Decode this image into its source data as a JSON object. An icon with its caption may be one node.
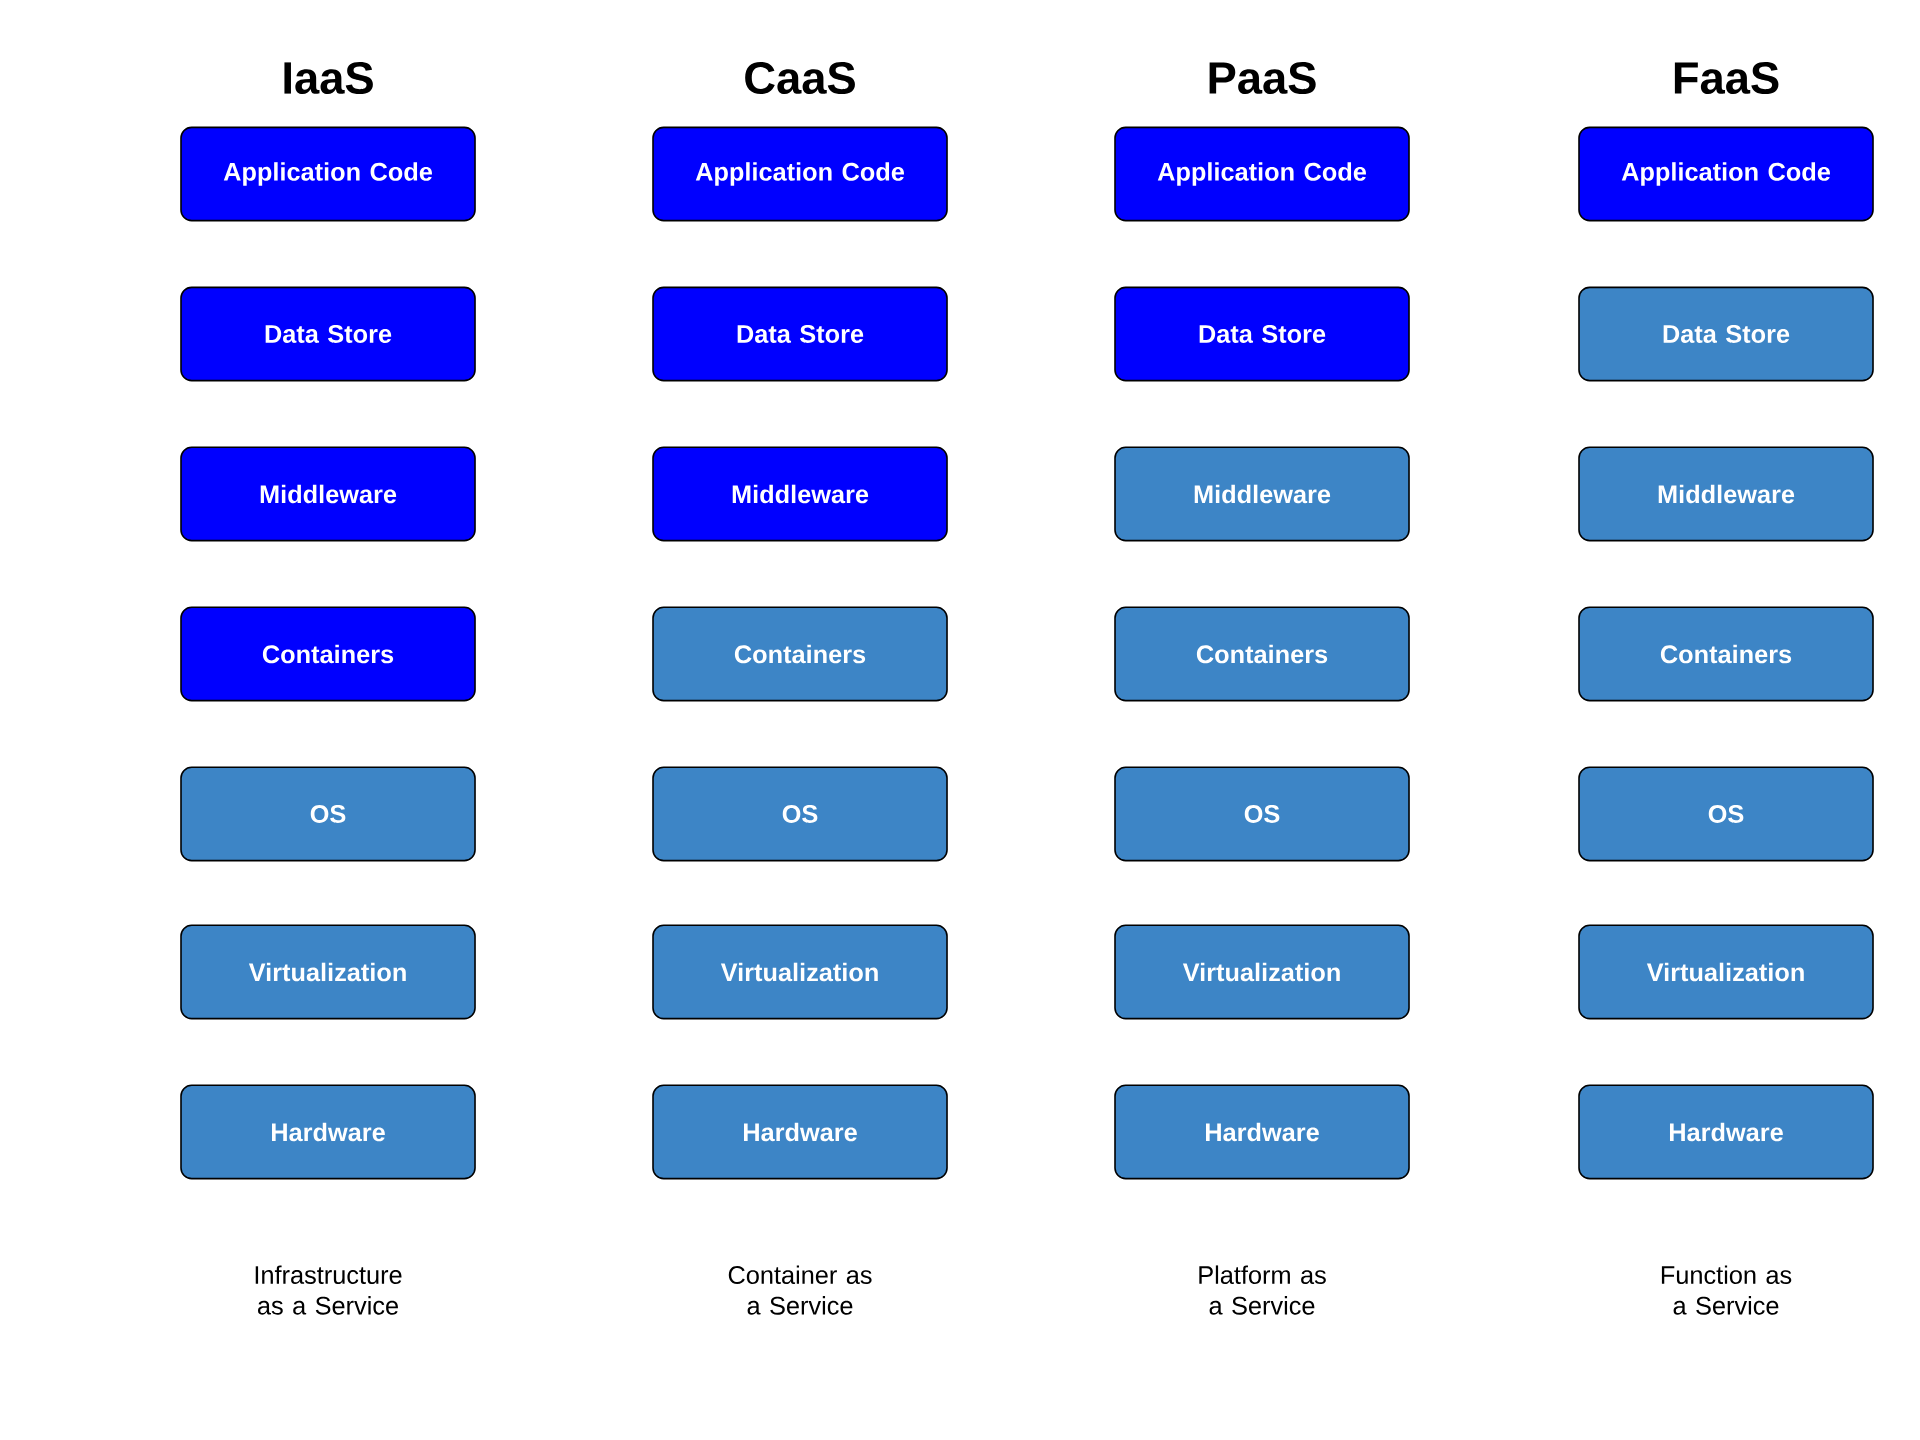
{
  "diagram": {
    "nodes": [
      {
        "text": [
          "Application Code"
        ]
      },
      {
        "text": [
          "Data Store"
        ]
      },
      {
        "text": [
          "Middleware"
        ]
      },
      {
        "text": [
          "Containers"
        ]
      },
      {
        "text": [
          "OS"
        ]
      },
      {
        "text": [
          "Virtualization"
        ]
      },
      {
        "text": [
          "Hardware"
        ]
      },
      {
        "text": [
          "Application Code"
        ]
      },
      {
        "text": [
          "Data Store"
        ]
      },
      {
        "text": [
          "Middleware"
        ]
      },
      {
        "text": [
          "Containers"
        ]
      },
      {
        "text": [
          "OS"
        ]
      },
      {
        "text": [
          "Virtualization"
        ]
      },
      {
        "text": [
          "Hardware"
        ]
      },
      {
        "text": [
          "Application Code"
        ]
      },
      {
        "text": [
          "Data Store"
        ]
      },
      {
        "text": [
          "Middleware"
        ]
      },
      {
        "text": [
          "Containers"
        ]
      },
      {
        "text": [
          "OS"
        ]
      },
      {
        "text": [
          "Virtualization"
        ]
      },
      {
        "text": [
          "Hardware"
        ]
      },
      {
        "text": [
          "Application Code"
        ]
      },
      {
        "text": [
          "Data Store"
        ]
      },
      {
        "text": [
          "Middleware"
        ]
      },
      {
        "text": [
          "Containers"
        ]
      },
      {
        "text": [
          "OS"
        ]
      },
      {
        "text": [
          "Virtualization"
        ]
      },
      {
        "text": [
          "Hardware"
        ]
      }
    ],
    "labels": [
      "IaaS",
      "CaaS",
      "PaaS",
      "FaaS",
      "Infrastructure as a Service",
      "Container as a Service",
      "Platform as a Service",
      "Function as a Service"
    ]
  }
}
